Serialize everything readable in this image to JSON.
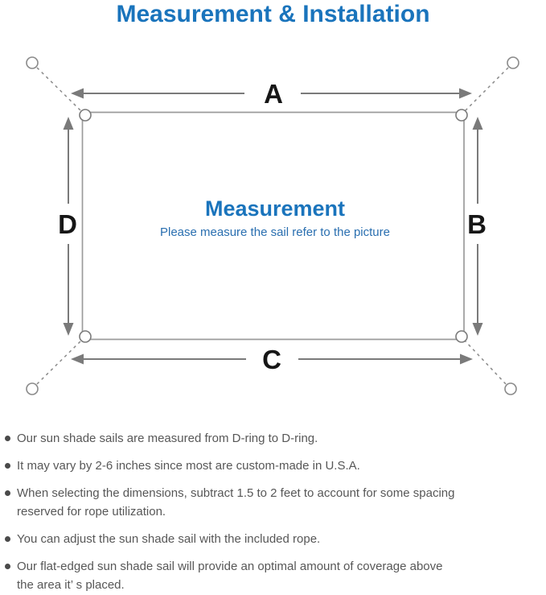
{
  "header": {
    "title": "Measurement & Installation"
  },
  "diagram": {
    "labels": {
      "top": "A",
      "right": "B",
      "bottom": "C",
      "left": "D"
    },
    "center": {
      "title": "Measurement",
      "subtitle": "Please measure the sail refer to the picture"
    },
    "colors": {
      "accent_blue": "#1a74bc",
      "subtitle_blue": "#2a6fb0",
      "arrow_gray": "#7a7a7a",
      "outline_gray": "#9b9b9b",
      "label_black": "#161616"
    }
  },
  "bullets": {
    "items": [
      {
        "lines": [
          "Our sun shade sails are measured from D-ring to D-ring."
        ]
      },
      {
        "lines": [
          "It may vary by 2-6 inches since most are custom-made in U.S.A."
        ]
      },
      {
        "lines": [
          "When selecting the dimensions, subtract 1.5 to 2 feet to account for some spacing",
          "reserved for rope utilization."
        ]
      },
      {
        "lines": [
          "You can adjust the sun shade sail with the included rope."
        ]
      },
      {
        "lines": [
          "Our flat-edged sun shade sail will provide an optimal amount of coverage above",
          "the area it’ s placed."
        ]
      }
    ]
  }
}
